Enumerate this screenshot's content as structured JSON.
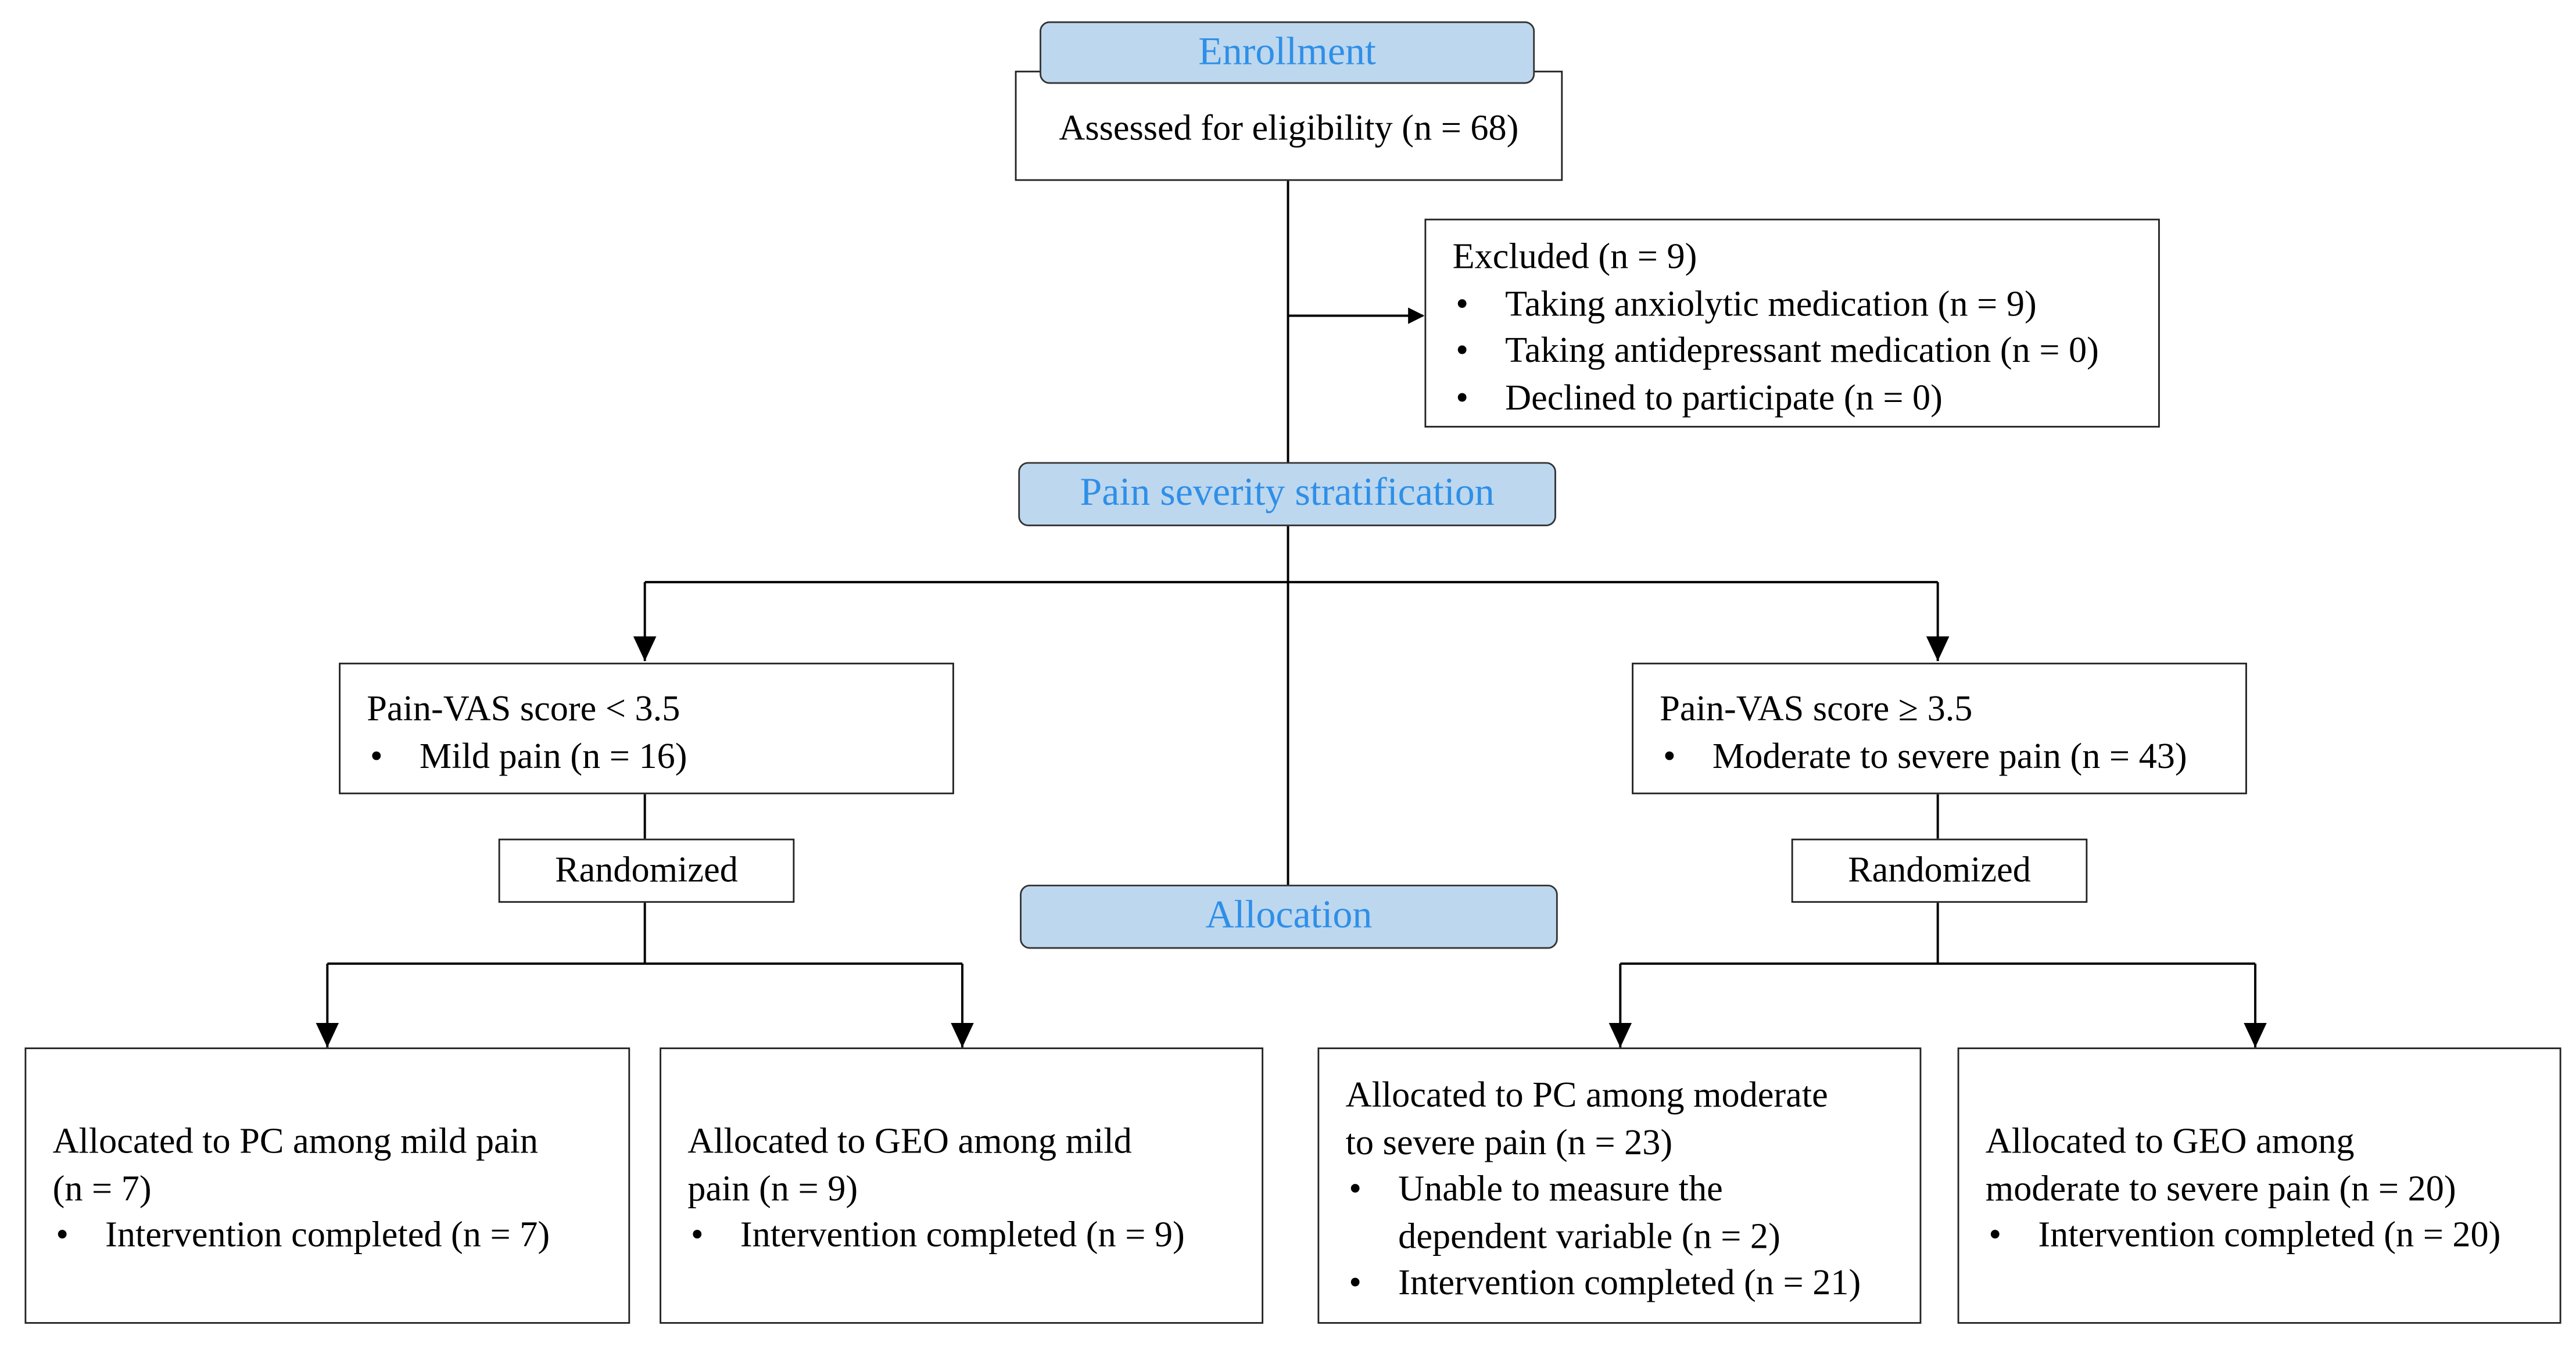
{
  "phases": {
    "enrollment": "Enrollment",
    "stratification": "Pain severity stratification",
    "allocation": "Allocation"
  },
  "assessed": "Assessed for eligibility (n = 68)",
  "excluded": {
    "title": "Excluded (n = 9)",
    "items": [
      "Taking anxiolytic medication (n = 9)",
      "Taking antidepressant medication (n = 0)",
      "Declined to participate (n = 0)"
    ]
  },
  "mild": {
    "title": "Pain-VAS score < 3.5",
    "items": [
      "Mild pain (n = 16)"
    ]
  },
  "severe": {
    "title": "Pain-VAS score  ≥ 3.5",
    "items": [
      "Moderate to severe pain (n = 43)"
    ]
  },
  "randomized_left": "Randomized",
  "randomized_right": "Randomized",
  "groups": {
    "pc_mild": {
      "title_line1": "Allocated to PC among mild pain",
      "title_line2": "(n = 7)",
      "items": [
        "Intervention completed (n = 7)"
      ]
    },
    "geo_mild": {
      "title_line1": "Allocated to GEO among mild",
      "title_line2": "pain (n = 9)",
      "items": [
        "Intervention completed (n = 9)"
      ]
    },
    "pc_severe": {
      "title_line1": "Allocated to PC among moderate",
      "title_line2": "to severe pain (n = 23)",
      "item1_line1": "Unable to measure the",
      "item1_line2": "dependent variable (n = 2)",
      "item2": "Intervention completed (n = 21)"
    },
    "geo_severe": {
      "title_line1": "Allocated to GEO among",
      "title_line2": "moderate to severe pain (n = 20)",
      "items": [
        "Intervention completed (n = 20)"
      ]
    }
  }
}
